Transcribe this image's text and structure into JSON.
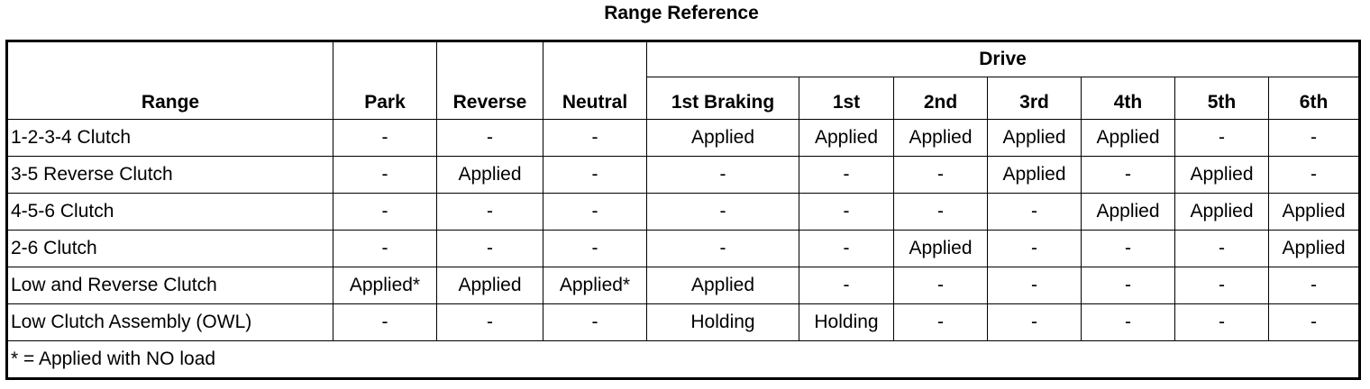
{
  "title": "Range Reference",
  "header": {
    "range": "Range",
    "park": "Park",
    "reverse": "Reverse",
    "neutral": "Neutral",
    "drive": "Drive",
    "drive_columns": [
      "1st Braking",
      "1st",
      "2nd",
      "3rd",
      "4th",
      "5th",
      "6th"
    ]
  },
  "rows": [
    {
      "label": "1-2-3-4 Clutch",
      "cells": [
        "-",
        "-",
        "-",
        "Applied",
        "Applied",
        "Applied",
        "Applied",
        "Applied",
        "-",
        "-"
      ]
    },
    {
      "label": "3-5 Reverse Clutch",
      "cells": [
        "-",
        "Applied",
        "-",
        "-",
        "-",
        "-",
        "Applied",
        "-",
        "Applied",
        "-"
      ]
    },
    {
      "label": "4-5-6 Clutch",
      "cells": [
        "-",
        "-",
        "-",
        "-",
        "-",
        "-",
        "-",
        "Applied",
        "Applied",
        "Applied"
      ]
    },
    {
      "label": "2-6 Clutch",
      "cells": [
        "-",
        "-",
        "-",
        "-",
        "-",
        "Applied",
        "-",
        "-",
        "-",
        "Applied"
      ]
    },
    {
      "label": "Low and Reverse Clutch",
      "cells": [
        "Applied*",
        "Applied",
        "Applied*",
        "Applied",
        "-",
        "-",
        "-",
        "-",
        "-",
        "-"
      ]
    },
    {
      "label": "Low Clutch Assembly (OWL)",
      "cells": [
        "-",
        "-",
        "-",
        "Holding",
        "Holding",
        "-",
        "-",
        "-",
        "-",
        "-"
      ]
    }
  ],
  "footnote": "* = Applied with NO load"
}
